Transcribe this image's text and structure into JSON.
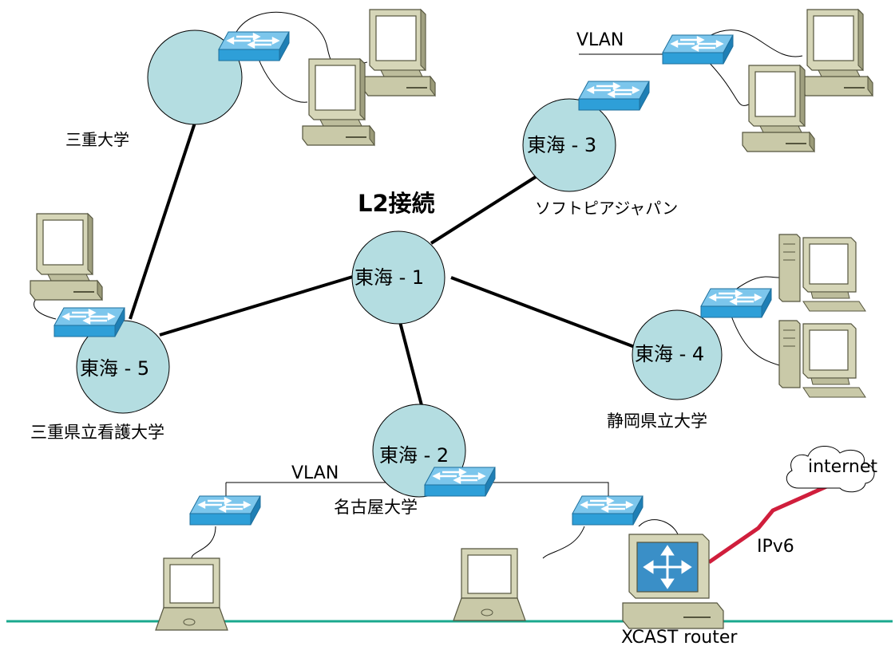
{
  "diagram": {
    "title": "L2接続",
    "nodes": [
      {
        "id": "n1",
        "label": "東海 - 1"
      },
      {
        "id": "n2",
        "label": "東海 - 2",
        "site": "名古屋大学"
      },
      {
        "id": "n3",
        "label": "東海 - 3",
        "site": "ソフトピアジャパン"
      },
      {
        "id": "n4",
        "label": "東海 - 4",
        "site": "静岡県立大学"
      },
      {
        "id": "n5",
        "label": "東海 - 5",
        "site": "三重県立看護大学"
      },
      {
        "id": "n6",
        "label": "",
        "site": "三重大学"
      }
    ],
    "vlan_label_top": "VLAN",
    "vlan_label_bottom": "VLAN",
    "cloud_label": "internet",
    "ipv6_label": "IPv6",
    "router_label": "XCAST router"
  },
  "colors": {
    "node_fill": "#b4dde1",
    "switch_blue": "#2e9fd8",
    "bottom_line": "#1aa88e",
    "ipv6_link": "#d01e3c",
    "computer_body": "#bdbd9c",
    "router_screen": "#3a8fc7"
  },
  "icons": [
    "switch-icon",
    "desktop-computer-icon",
    "laptop-icon",
    "router-icon",
    "cloud-icon"
  ]
}
